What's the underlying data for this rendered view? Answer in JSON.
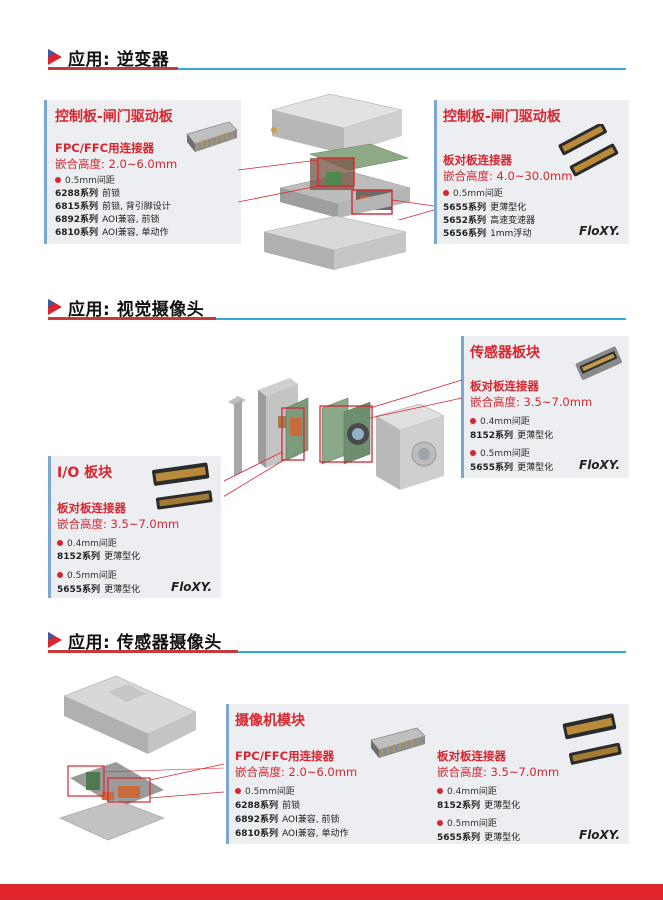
{
  "colors": {
    "accent_red": "#d8262f",
    "accent_blue": "#38a8db",
    "bar_red": "#e1262e",
    "panel_bg": "#eceef2"
  },
  "section1": {
    "title": "应用: 逆变器",
    "left_panel": {
      "title": "控制板-闸门驱动板",
      "connector_type": "FPC/FFC用连接器",
      "height": "嵌合高度: 2.0~6.0mm",
      "pitch": "0.5mm间距",
      "rows": [
        {
          "series": "6288系列",
          "desc": "前锁"
        },
        {
          "series": "6815系列",
          "desc": "前锁, 背引脚设计"
        },
        {
          "series": "6892系列",
          "desc": "AOI兼容, 前锁"
        },
        {
          "series": "6810系列",
          "desc": "AOI兼容, 单动作"
        }
      ]
    },
    "right_panel": {
      "title": "控制板-闸门驱动板",
      "connector_type": "板对板连接器",
      "height": "嵌合高度: 4.0~30.0mm",
      "pitch": "0.5mm间距",
      "rows": [
        {
          "series": "5655系列",
          "desc": "更薄型化"
        },
        {
          "series": "5652系列",
          "desc": "高速变速器"
        },
        {
          "series": "5656系列",
          "desc": "1mm浮动"
        }
      ],
      "logo": "FloXY."
    }
  },
  "section2": {
    "title": "应用: 视觉摄像头",
    "right_panel": {
      "title": "传感器板块",
      "connector_type": "板对板连接器",
      "height": "嵌合高度: 3.5~7.0mm",
      "groups": [
        {
          "pitch": "0.4mm间距",
          "series": "8152系列",
          "desc": "更薄型化"
        },
        {
          "pitch": "0.5mm间距",
          "series": "5655系列",
          "desc": "更薄型化"
        }
      ],
      "logo": "FloXY."
    },
    "left_panel": {
      "title": "I/O 板块",
      "connector_type": "板对板连接器",
      "height": "嵌合高度: 3.5~7.0mm",
      "groups": [
        {
          "pitch": "0.4mm间距",
          "series": "8152系列",
          "desc": "更薄型化"
        },
        {
          "pitch": "0.5mm间距",
          "series": "5655系列",
          "desc": "更薄型化"
        }
      ],
      "logo": "FloXY."
    }
  },
  "section3": {
    "title": "应用: 传感器摄像头",
    "panel": {
      "title": "摄像机模块",
      "left_col": {
        "connector_type": "FPC/FFC用连接器",
        "height": "嵌合高度: 2.0~6.0mm",
        "pitch": "0.5mm间距",
        "rows": [
          {
            "series": "6288系列",
            "desc": "前锁"
          },
          {
            "series": "6892系列",
            "desc": "AOI兼容, 前锁"
          },
          {
            "series": "6810系列",
            "desc": "AOI兼容, 单动作"
          }
        ]
      },
      "right_col": {
        "connector_type": "板对板连接器",
        "height": "嵌合高度: 3.5~7.0mm",
        "groups": [
          {
            "pitch": "0.4mm间距",
            "series": "8152系列",
            "desc": "更薄型化"
          },
          {
            "pitch": "0.5mm间距",
            "series": "5655系列",
            "desc": "更薄型化"
          }
        ]
      },
      "logo": "FloXY."
    }
  }
}
